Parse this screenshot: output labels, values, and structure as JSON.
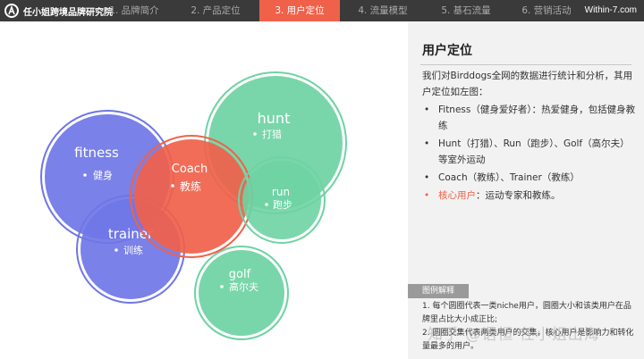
{
  "brand": {
    "name": "任小姐跨境品牌研究院"
  },
  "tabs": [
    {
      "label": "1. 品牌简介",
      "active": false
    },
    {
      "label": "2. 产品定位",
      "active": false
    },
    {
      "label": "3. 用户定位",
      "active": true
    },
    {
      "label": "4. 流量模型",
      "active": false
    },
    {
      "label": "5. 基石流量",
      "active": false
    },
    {
      "label": "6. 营销活动",
      "active": false
    }
  ],
  "site": "Within-7.com",
  "colors": {
    "accent": "#f0614a",
    "topbar": "#3a3a3a",
    "fitness": "#6f76e6",
    "hunt": "#6ed3a3",
    "coach": "#f0614a"
  },
  "bubbles": [
    {
      "id": "fitness",
      "title": "fitness",
      "subtitle": "健身"
    },
    {
      "id": "trainer",
      "title": "trainer",
      "subtitle": "训练"
    },
    {
      "id": "coach",
      "title": "Coach",
      "subtitle": "教练"
    },
    {
      "id": "hunt",
      "title": "hunt",
      "subtitle": "打猎"
    },
    {
      "id": "run",
      "title": "run",
      "subtitle": "跑步"
    },
    {
      "id": "golf",
      "title": "golf",
      "subtitle": "高尔夫"
    }
  ],
  "panel": {
    "title": "用户定位",
    "intro": "我们对Birddogs全网的数据进行统计和分析，其用户定位如左图：",
    "bullets": [
      "Fitness（健身爱好者）：热爱健身，包括健身教练",
      "Hunt（打猎）、Run（跑步）、Golf（高尔夫）等室外运动",
      "Coach（教练）、Trainer（教练）"
    ],
    "core_label": "核心用户",
    "core_text": "：运动专家和教练。",
    "legend_tag": "图例解释",
    "legend_lines": [
      "1. 每个圆圈代表一类niche用户，圆圈大小和该类用户在品牌里占比大小成正比;",
      "2. 圆圈交集代表两类用户的交集，核心用户是影响力和转化量最多的用户。"
    ]
  },
  "watermark": "知乎 @语恒 任小姐出海"
}
